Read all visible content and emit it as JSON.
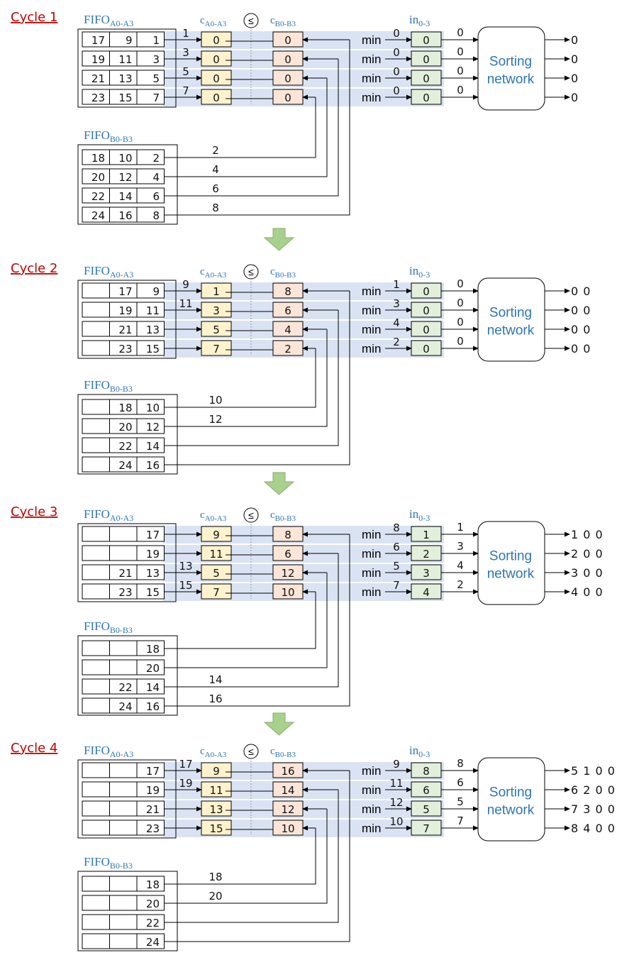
{
  "labels": {
    "fifo_a": "FIFO",
    "fifo_a_sub": "A0-A3",
    "fifo_b": "FIFO",
    "fifo_b_sub": "B0-B3",
    "c_a": "c",
    "c_a_sub": "A0-A3",
    "c_b": "c",
    "c_b_sub": "B0-B3",
    "in": "in",
    "in_sub": "0-3",
    "compare_symbol": "≤",
    "min": "min",
    "sorting_network_line1": "Sorting",
    "sorting_network_line2": "network"
  },
  "colors": {
    "cycle_label": "#c00000",
    "title_blue": "#2e75b6",
    "band": "#dae3f3",
    "reg_a": "#fff2cc",
    "reg_b": "#fbe5d6",
    "reg_in": "#e2efda",
    "arrow_green": "#a9d18e"
  },
  "cycles": [
    {
      "label": "Cycle 1",
      "fifo_a": [
        [
          "17",
          "9",
          "1"
        ],
        [
          "19",
          "11",
          "3"
        ],
        [
          "21",
          "13",
          "5"
        ],
        [
          "23",
          "15",
          "7"
        ]
      ],
      "fifo_a_wire": [
        "1",
        "3",
        "5",
        "7"
      ],
      "c_a": [
        "0",
        "0",
        "0",
        "0"
      ],
      "c_b": [
        "0",
        "0",
        "0",
        "0"
      ],
      "fifo_b": [
        [
          "18",
          "10",
          "2"
        ],
        [
          "20",
          "12",
          "4"
        ],
        [
          "22",
          "14",
          "6"
        ],
        [
          "24",
          "16",
          "8"
        ]
      ],
      "fifo_b_wire": [
        "2",
        "4",
        "6",
        "8"
      ],
      "min_vals": [
        "0",
        "0",
        "0",
        "0"
      ],
      "in_vals": [
        "0",
        "0",
        "0",
        "0"
      ],
      "sn_in": [
        "0",
        "0",
        "0",
        "0"
      ],
      "outputs": [
        "0",
        "0",
        "0",
        "0"
      ]
    },
    {
      "label": "Cycle 2",
      "fifo_a": [
        [
          "",
          "17",
          "9"
        ],
        [
          "",
          "19",
          "11"
        ],
        [
          "",
          "21",
          "13"
        ],
        [
          "",
          "23",
          "15"
        ]
      ],
      "fifo_a_wire": [
        "9",
        "11",
        "",
        ""
      ],
      "c_a": [
        "1",
        "3",
        "5",
        "7"
      ],
      "c_b": [
        "8",
        "6",
        "4",
        "2"
      ],
      "fifo_b": [
        [
          "",
          "18",
          "10"
        ],
        [
          "",
          "20",
          "12"
        ],
        [
          "",
          "22",
          "14"
        ],
        [
          "",
          "24",
          "16"
        ]
      ],
      "fifo_b_wire": [
        "10",
        "12",
        "",
        ""
      ],
      "min_vals": [
        "1",
        "3",
        "4",
        "2"
      ],
      "in_vals": [
        "0",
        "0",
        "0",
        "0"
      ],
      "sn_in": [
        "0",
        "0",
        "0",
        "0"
      ],
      "outputs": [
        "0 0",
        "0 0",
        "0 0",
        "0 0"
      ]
    },
    {
      "label": "Cycle 3",
      "fifo_a": [
        [
          "",
          "",
          "17"
        ],
        [
          "",
          "",
          "19"
        ],
        [
          "",
          "21",
          "13"
        ],
        [
          "",
          "23",
          "15"
        ]
      ],
      "fifo_a_wire": [
        "",
        "",
        "13",
        "15"
      ],
      "c_a": [
        "9",
        "11",
        "5",
        "7"
      ],
      "c_b": [
        "8",
        "6",
        "12",
        "10"
      ],
      "fifo_b": [
        [
          "",
          "",
          "18"
        ],
        [
          "",
          "",
          "20"
        ],
        [
          "",
          "22",
          "14"
        ],
        [
          "",
          "24",
          "16"
        ]
      ],
      "fifo_b_wire": [
        "",
        "",
        "14",
        "16"
      ],
      "min_vals": [
        "8",
        "6",
        "5",
        "7"
      ],
      "in_vals": [
        "1",
        "2",
        "3",
        "4"
      ],
      "sn_in": [
        "1",
        "3",
        "4",
        "2"
      ],
      "outputs": [
        "1 0 0",
        "2 0 0",
        "3 0 0",
        "4 0 0"
      ]
    },
    {
      "label": "Cycle 4",
      "fifo_a": [
        [
          "",
          "",
          "17"
        ],
        [
          "",
          "",
          "19"
        ],
        [
          "",
          "",
          "21"
        ],
        [
          "",
          "",
          "23"
        ]
      ],
      "fifo_a_wire": [
        "17",
        "19",
        "",
        ""
      ],
      "c_a": [
        "9",
        "11",
        "13",
        "15"
      ],
      "c_b": [
        "16",
        "14",
        "12",
        "10"
      ],
      "fifo_b": [
        [
          "",
          "",
          "18"
        ],
        [
          "",
          "",
          "20"
        ],
        [
          "",
          "",
          "22"
        ],
        [
          "",
          "",
          "24"
        ]
      ],
      "fifo_b_wire": [
        "18",
        "20",
        "",
        ""
      ],
      "min_vals": [
        "9",
        "11",
        "12",
        "10"
      ],
      "in_vals": [
        "8",
        "6",
        "5",
        "7"
      ],
      "sn_in": [
        "8",
        "6",
        "5",
        "7"
      ],
      "outputs": [
        "5 1 0 0",
        "6 2 0 0",
        "7 3 0 0",
        "8 4 0 0"
      ]
    }
  ]
}
